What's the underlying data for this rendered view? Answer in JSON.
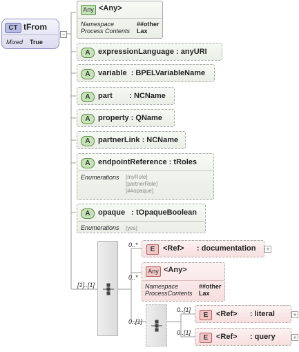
{
  "complex_type": {
    "tag": "CT",
    "name": "tFrom",
    "prop_label": "Mixed",
    "prop_value": "True"
  },
  "any_top": {
    "tag": "Any",
    "label": "<Any>",
    "ns_label": "Namespace",
    "ns_value": "##other",
    "pc_label": "Process Contents",
    "pc_value": "Lax"
  },
  "attributes": [
    {
      "tag": "A",
      "label": "expressionLanguage : anyURI"
    },
    {
      "tag": "A",
      "label": "variable  : BPELVariableName"
    },
    {
      "tag": "A",
      "label": "part        : NCName"
    },
    {
      "tag": "A",
      "label": "property : QName"
    },
    {
      "tag": "A",
      "label": "partnerLink : NCName"
    },
    {
      "tag": "A",
      "label": "endpointReference : tRoles",
      "enum_label": "Enumerations",
      "enum_values": "[myRole]\n[partnerRole]\n[##opaque]"
    },
    {
      "tag": "A",
      "label": "opaque   : tOpaqueBoolean",
      "enum_label": "Enumerations",
      "enum_values": "[yes]"
    }
  ],
  "sequence": {
    "multiplicity": "[1]..[1]"
  },
  "documentation": {
    "tag": "E",
    "label": "<Ref>      : documentation",
    "multiplicity": "0..*"
  },
  "any_bottom": {
    "tag": "Any",
    "label": "<Any>",
    "ns_label": "Namespace",
    "ns_value": "##other",
    "pc_label": "ProcessContents",
    "pc_value": "Lax",
    "multiplicity": "0..*"
  },
  "inner_sequence": {
    "multiplicity": "0..[1]"
  },
  "literal": {
    "tag": "E",
    "label": "<Ref>      : literal",
    "multiplicity": "0..[1]"
  },
  "query": {
    "tag": "E",
    "label": "<Ref>      : query",
    "multiplicity": "0..[1]"
  },
  "expander_symbol": "−",
  "plus_symbol": "+"
}
